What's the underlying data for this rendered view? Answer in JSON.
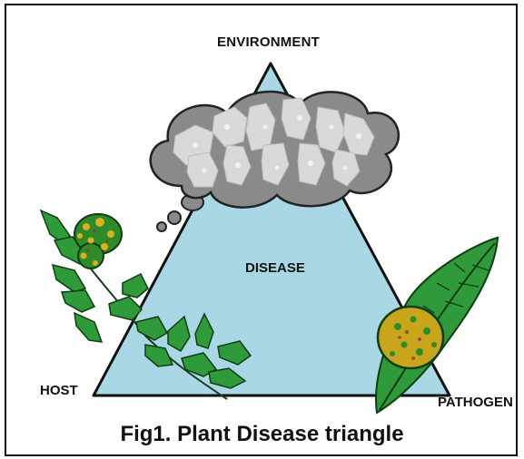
{
  "diagram": {
    "title": "",
    "caption": "Fig1. Plant Disease triangle",
    "labels": {
      "top": "ENVIRONMENT",
      "center": "DISEASE",
      "left": "HOST",
      "right": "PATHOGEN"
    },
    "colors": {
      "triangle_fill": "#a9d7e6",
      "triangle_stroke": "#111111",
      "cloud_fill": "#8a8a8a",
      "leaf_green": "#1e8a2c",
      "lesion_yellow": "#d8b020",
      "text": "#111111"
    }
  }
}
